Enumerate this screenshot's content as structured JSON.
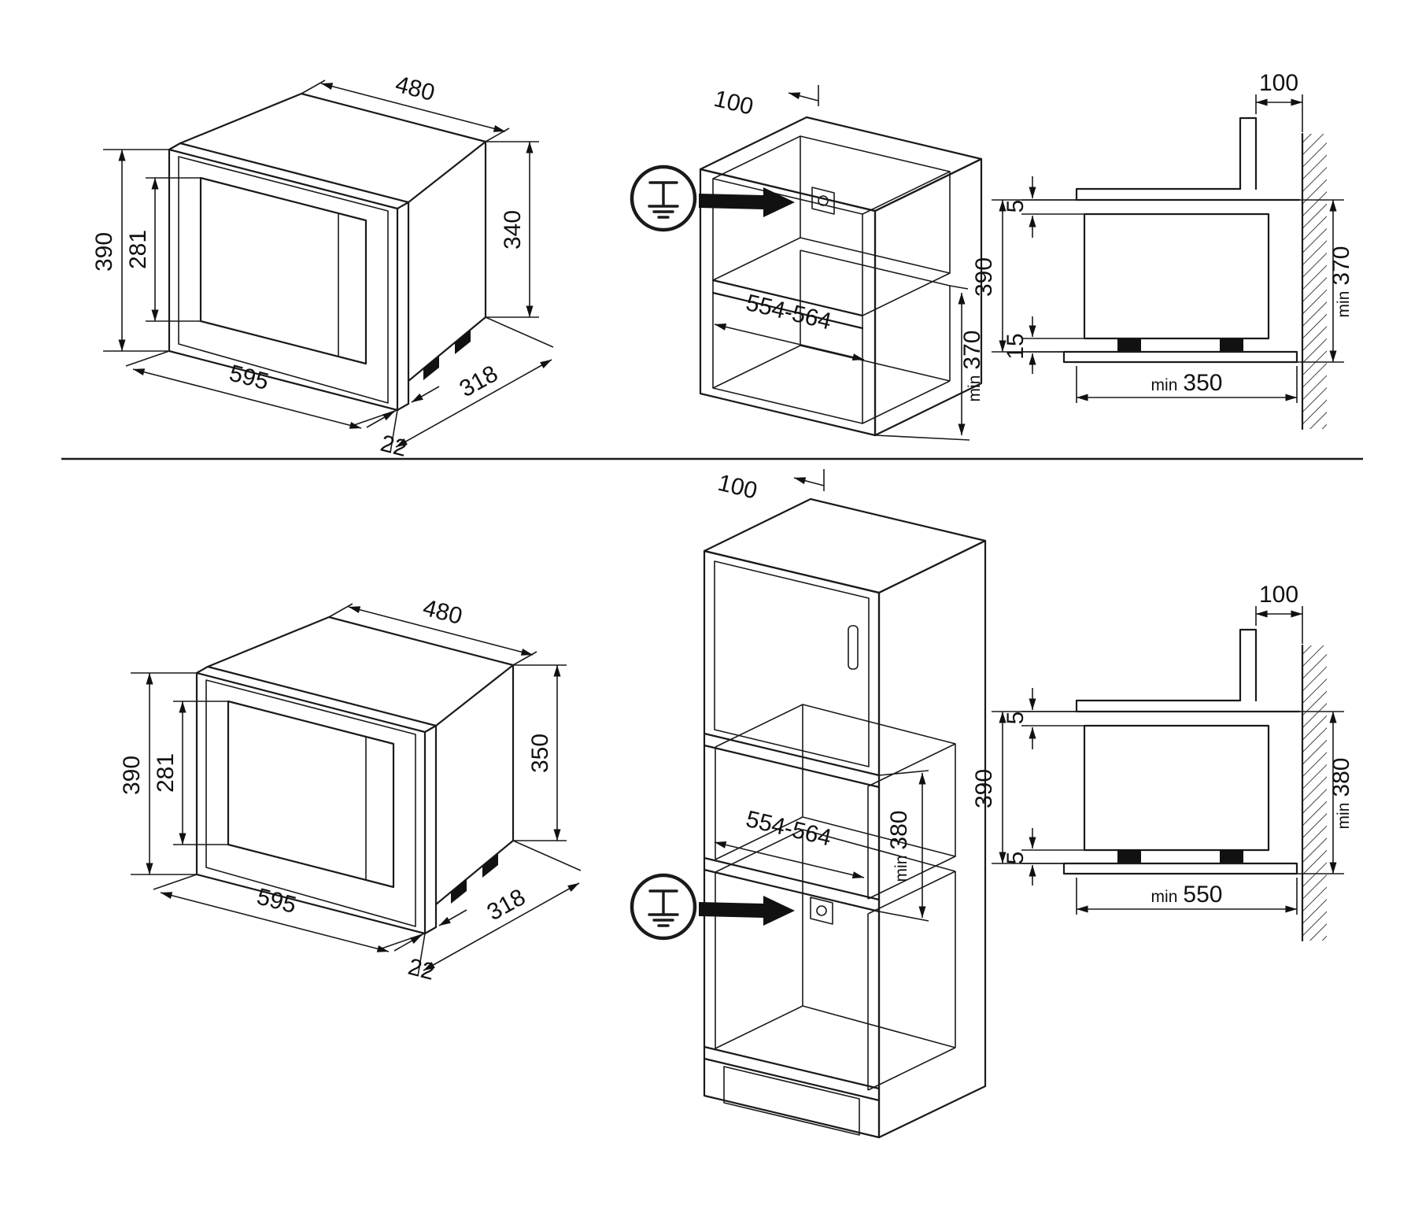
{
  "document": {
    "background": "#ffffff",
    "line_color": "#1a1a1a",
    "description": "Built-in microwave oven installation dimension drawing, two configurations"
  },
  "top_row": {
    "oven": {
      "top_width": "480",
      "frame_height": "390",
      "window_height": "281",
      "body_height": "340",
      "front_width": "595",
      "body_depth": "318",
      "frame_thickness": "22"
    },
    "cabinet": {
      "top_clearance": "100",
      "niche_width": "554-564",
      "min_label": "min",
      "niche_min_height": "370"
    },
    "section": {
      "wall_clearance": "100",
      "top_gap": "5",
      "niche_height": "390",
      "bottom_gap": "15",
      "min_label": "min",
      "wall_min_height": "370",
      "shelf_min_depth": "350"
    }
  },
  "bottom_row": {
    "oven": {
      "top_width": "480",
      "frame_height": "390",
      "window_height": "281",
      "body_height": "350",
      "front_width": "595",
      "body_depth": "318",
      "frame_thickness": "22"
    },
    "cabinet": {
      "top_clearance": "100",
      "niche_width": "554-564",
      "min_label": "min",
      "niche_min_height": "380"
    },
    "section": {
      "wall_clearance": "100",
      "top_gap": "5",
      "niche_height": "390",
      "bottom_gap": "5",
      "min_label": "min",
      "wall_min_height": "380",
      "shelf_min_depth": "550"
    }
  }
}
